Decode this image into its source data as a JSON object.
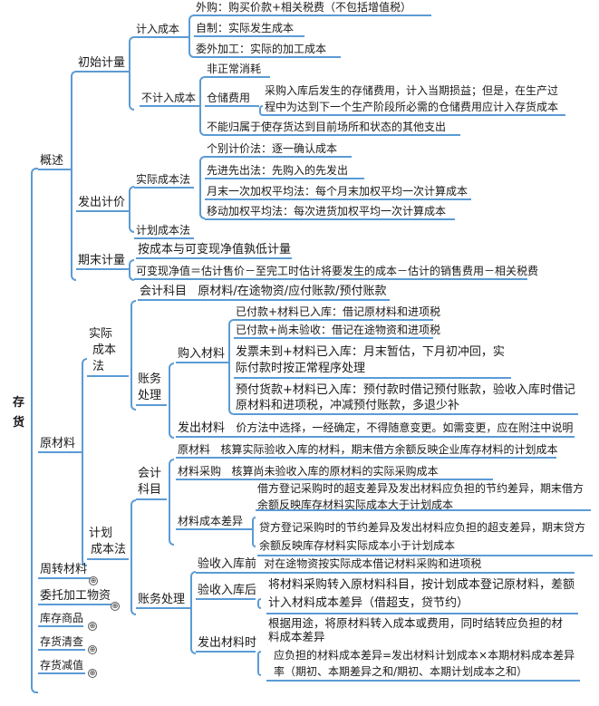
{
  "root": {
    "label_1": "存",
    "label_2": "货"
  },
  "overview": {
    "label": "概述",
    "initial": {
      "label": "初始计量",
      "include": {
        "label": "计入成本",
        "items": [
          "外购：购买价款+相关税费（不包括增值税）",
          "自制：实际发生成本",
          "委外加工：实际的加工成本"
        ]
      },
      "exclude": {
        "label": "不计入成本",
        "abnormal": "非正常消耗",
        "storage": {
          "label": "仓储费用",
          "line1": "采购入库后发生的存储费用，计入当期损益；但是，在生产过",
          "line2": "程中为达到下一个生产阶段所必需的仓储费用应计入存货成本"
        },
        "other": "不能归属于使存货达到目前场所和状态的其他支出"
      }
    },
    "issue": {
      "label": "发出计价",
      "actual": {
        "label": "实际成本法",
        "items": [
          "个别计价法：逐一确认成本",
          "先进先出法：先购入的先发出",
          "月末一次加权平均法：每个月末加权平均一次计算成本",
          "移动加权平均法：每次进货加权平均一次计算成本"
        ]
      },
      "plan": {
        "label": "计划成本法"
      }
    },
    "end": {
      "label": "期末计量",
      "items": [
        "按成本与可变现净值孰低计量",
        "可变现净值＝估计售价－至完工时估计将要发生的成本－估计的销售费用－相关税费"
      ]
    }
  },
  "raw": {
    "label": "原材料",
    "actual": {
      "label_1": "实际",
      "label_2": "成本法",
      "account": {
        "label": "会计科目",
        "value": "原材料/在途物资/应付账款/预付账款"
      },
      "books": {
        "label_1": "账务",
        "label_2": "处理",
        "purchase": {
          "label": "购入材料",
          "items": [
            "已付款+材料已入库：借记原材料和进项税",
            "已付款+尚未验收：借记在途物资和进项税",
            "发票未到+材料已入库：月末暂估，下月初冲回，实际付款时按正常程序处理",
            "预付货款+材料已入库：预付款时借记预付账款，验收入库时借记原材料和进项税，冲减预付账款，多退少补"
          ]
        },
        "issue": {
          "label": "发出材料",
          "value": "价方法中选择，一经确定，不得随意变更。如需变更，应在附注中说明"
        }
      }
    },
    "plan": {
      "label_1": "计划",
      "label_2": "成本法",
      "account": {
        "label_1": "会计",
        "label_2": "科目",
        "raw": {
          "label": "原材料",
          "value": "核算实际验收入库的材料，期末借方余额反映企业库存材料的计划成本"
        },
        "purchase": {
          "label": "材料采购",
          "value": "核算尚未验收入库的原材料的实际采购成本"
        },
        "diff": {
          "label": "材料成本差异",
          "debit": "借方登记采购时的超支差异及发出材料应负担的节约差异，期末借方余额反映库存材料实际成本大于计划成本",
          "credit": "贷方登记采购时的节约差异及发出材料应负担的超支差异，期末贷方余额反映库存材料实际成本小于计划成本"
        }
      },
      "books": {
        "label": "账务处理",
        "before": {
          "label": "验收入库前",
          "value": "对在途物资按实际成本借记材料采购和进项税"
        },
        "after": {
          "label": "验收入库后",
          "value": "将材料采购转入原材料科目，按计划成本登记原材料，差额计入材料成本差异（借超支，贷节约）"
        },
        "issue": {
          "label": "发出材料时",
          "value1": "根据用途，将原材料转入成本或费用，同时结转应负担的材料成本差异",
          "value2": "应负担的材料成本差异=发出材料计划成本×本期材料成本差异率（期初、本期差异之和/期初、本期计划成本之和）"
        }
      }
    }
  },
  "collapsed": [
    "周转材料",
    "委托加工物资",
    "库存商品",
    "存货清查",
    "存货减值"
  ],
  "expand_icon": "⊕",
  "colors": {
    "line": "#5b9bd5",
    "text": "#1a1a1a"
  }
}
